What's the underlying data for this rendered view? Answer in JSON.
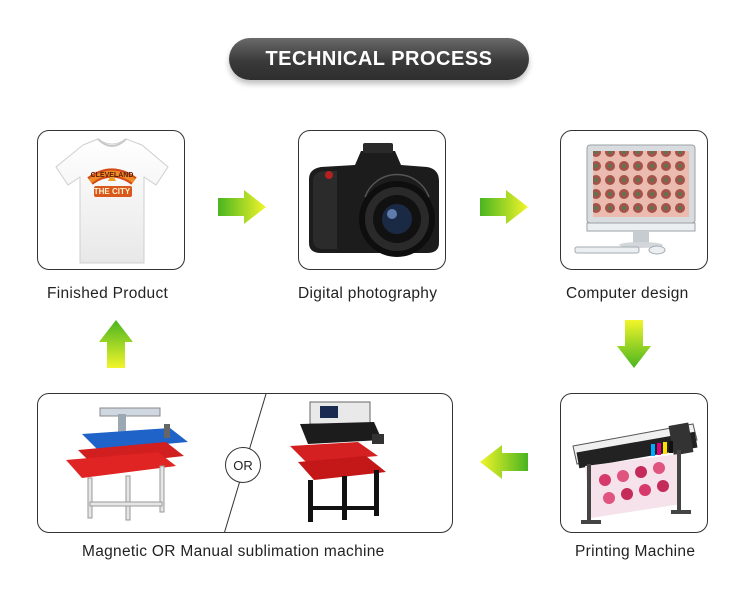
{
  "title": "TECHNICAL PROCESS",
  "steps": {
    "finished_product": "Finished Product",
    "digital_photography": "Digital photography",
    "computer_design": "Computer design",
    "printing_machine": "Printing Machine",
    "sublimation_machine": "Magnetic OR Manual sublimation machine"
  },
  "tshirt_print": {
    "line1": "CLEVELAND",
    "line2": "THE CITY"
  },
  "or_label": "OR",
  "colors": {
    "arrow_light": "#f2f52a",
    "arrow_dark": "#49b520",
    "title_bg": "#3a3a3a",
    "box_border": "#333333"
  },
  "icons": [
    "tshirt-icon",
    "camera-icon",
    "computer-icon",
    "printer-icon",
    "heat-press-icon",
    "arrow-right-icon",
    "arrow-down-icon",
    "arrow-left-icon",
    "arrow-up-icon"
  ]
}
